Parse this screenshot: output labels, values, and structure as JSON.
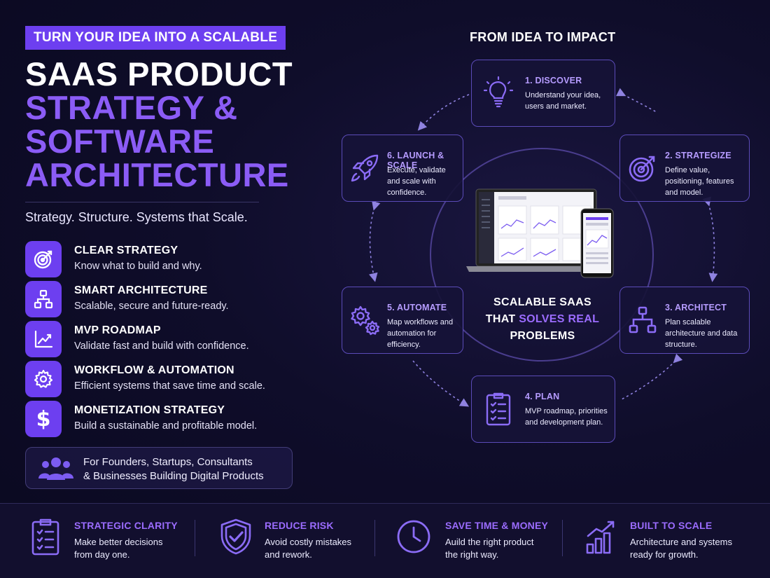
{
  "hero": {
    "eyebrow": "TURN YOUR IDEA INTO A SCALABLE",
    "title_line1": "SAAS PRODUCT",
    "title_line2": "STRATEGY &",
    "title_line3": "SOFTWARE",
    "title_line4": "ARCHITECTURE",
    "tagline": "Strategy. Structure. Systems that Scale."
  },
  "features": [
    {
      "title": "CLEAR STRATEGY",
      "desc": "Know what to build and why.",
      "icon": "target-icon"
    },
    {
      "title": "SMART ARCHITECTURE",
      "desc": "Scalable, secure and future-ready.",
      "icon": "hierarchy-icon"
    },
    {
      "title": "MVP ROADMAP",
      "desc": "Validate fast and build with confidence.",
      "icon": "trend-chart-icon"
    },
    {
      "title": "WORKFLOW & AUTOMATION",
      "desc": "Efficient systems that save time and scale.",
      "icon": "gear-icon"
    },
    {
      "title": "MONETIZATION STRATEGY",
      "desc": "Build a sustainable and profitable model.",
      "icon": "dollar-icon"
    }
  ],
  "founders": {
    "line1": "For Founders, Startups, Consultants",
    "line2": "& Businesses Building Digital Products"
  },
  "cycle": {
    "title": "FROM IDEA TO IMPACT",
    "center_line1": "SCALABLE SAAS",
    "center_that": "THAT",
    "center_highlight": "SOLVES REAL",
    "center_line3": "PROBLEMS",
    "steps": [
      {
        "title": "1. DISCOVER",
        "desc": "Understand your idea, users and market.",
        "icon": "lightbulb-icon"
      },
      {
        "title": "2. STRATEGIZE",
        "desc": "Define value, positioning, features and model.",
        "icon": "target-icon"
      },
      {
        "title": "3. ARCHITECT",
        "desc": "Plan scalable architecture and data structure.",
        "icon": "hierarchy-icon"
      },
      {
        "title": "4. PLAN",
        "desc": "MVP roadmap, priorities and development plan.",
        "icon": "checklist-icon"
      },
      {
        "title": "5. AUTOMATE",
        "desc": "Map workflows and automation for efficiency.",
        "icon": "gears-icon"
      },
      {
        "title": "6. LAUNCH & SCALE",
        "desc": "Execute, validate and scale with confidence.",
        "icon": "rocket-icon"
      }
    ]
  },
  "benefits": [
    {
      "title": "STRATEGIC CLARITY",
      "desc": "Make better decisions from day one.",
      "icon": "clipboard-icon"
    },
    {
      "title": "REDUCE RISK",
      "desc": "Avoid costly mistakes and rework.",
      "icon": "shield-icon"
    },
    {
      "title": "SAVE TIME & MONEY",
      "desc": "Auild the right product the right way.",
      "icon": "clock-icon"
    },
    {
      "title": "BUILT TO SCALE",
      "desc": "Architecture and systems ready for growth.",
      "icon": "growth-chart-icon"
    }
  ],
  "colors": {
    "accent": "#6d3ff0",
    "accent_text": "#8b5cf6",
    "background": "#0d0b24",
    "card_border": "#5b4bb8"
  }
}
